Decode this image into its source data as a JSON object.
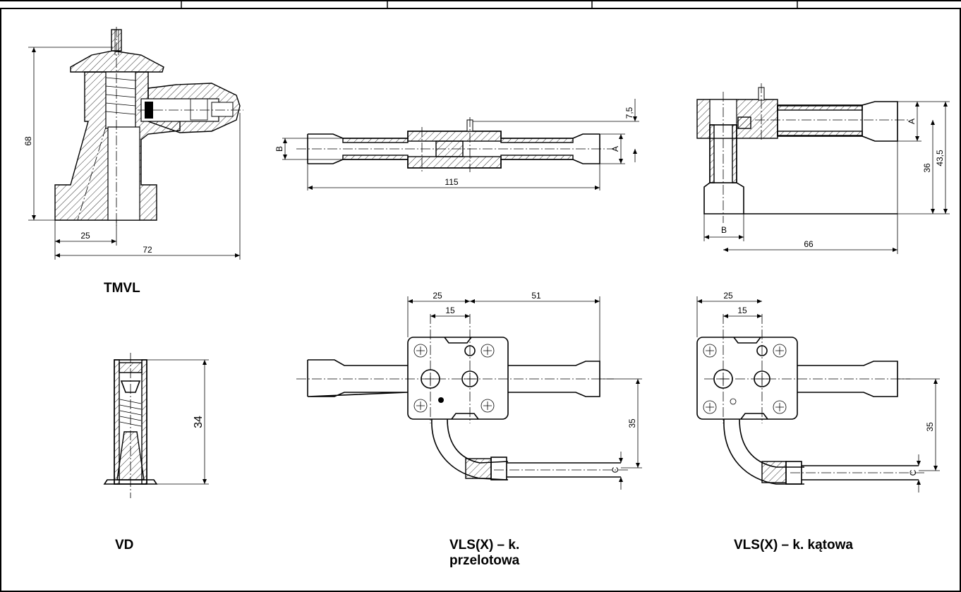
{
  "captions": {
    "tmvl": "TMVL",
    "vd": "VD",
    "vls_straight_line1": "VLS(X) – k.",
    "vls_straight_line2": "przelotowa",
    "vls_angle": "VLS(X) – k. kątowa"
  },
  "dimensions": {
    "tmvl": {
      "height": "68",
      "base": "25",
      "width": "72"
    },
    "vls_straight_section": {
      "length": "115",
      "offset": "7,5",
      "b": "B",
      "a": "A"
    },
    "vls_angle_section": {
      "a": "A",
      "h1": "36",
      "h2": "43,5",
      "b": "B",
      "length": "66"
    },
    "vd": {
      "height": "34"
    },
    "vls_straight_plan": {
      "d1": "25",
      "d2": "15",
      "d3": "51",
      "d4": "35",
      "c": "C"
    },
    "vls_angle_plan": {
      "d1": "25",
      "d2": "15",
      "d3": "35",
      "c": "C"
    }
  }
}
